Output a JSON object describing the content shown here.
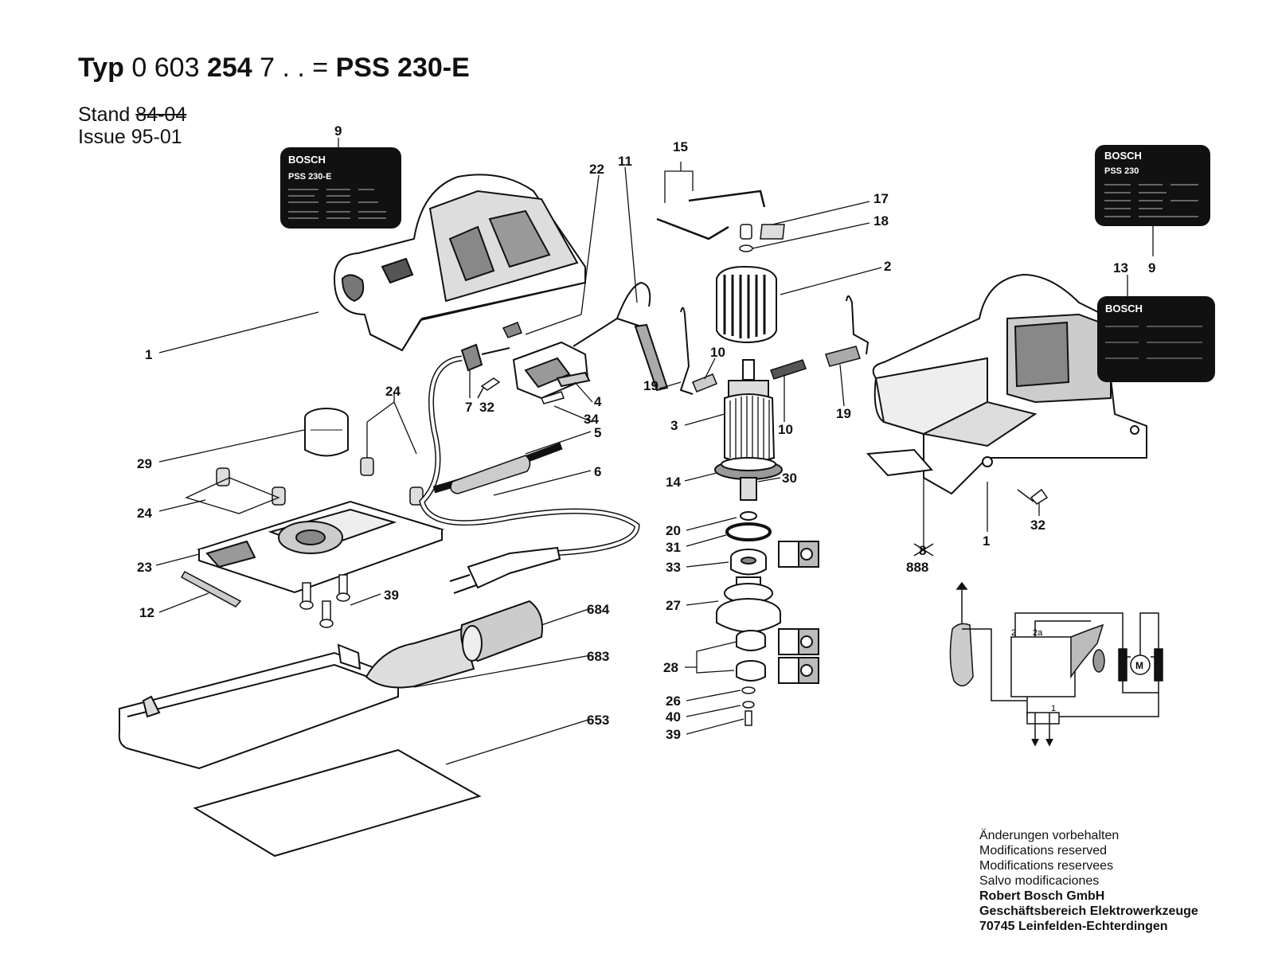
{
  "header": {
    "typ_label": "Typ",
    "typ_prefix": "0 603",
    "typ_number": "254",
    "typ_suffix": "7 . . =",
    "model": "PSS 230-E",
    "stand_label": "Stand",
    "stand_old": "84-04",
    "issue_label": "Issue",
    "issue_value": "95-01"
  },
  "plates": {
    "left_brand": "BOSCH",
    "left_model": "PSS 230-E",
    "right_brand": "BOSCH",
    "right_model": "PSS 230",
    "lower_brand": "BOSCH"
  },
  "schematic": {
    "term_2": "2",
    "term_2a": "2a",
    "term_1": "1",
    "motor": "M"
  },
  "callouts": [
    {
      "id": "c9a",
      "label": "9"
    },
    {
      "id": "c22",
      "label": "22"
    },
    {
      "id": "c11",
      "label": "11"
    },
    {
      "id": "c15",
      "label": "15"
    },
    {
      "id": "c17",
      "label": "17"
    },
    {
      "id": "c18",
      "label": "18"
    },
    {
      "id": "c2",
      "label": "2"
    },
    {
      "id": "c1a",
      "label": "1"
    },
    {
      "id": "c10a",
      "label": "10"
    },
    {
      "id": "c19a",
      "label": "19"
    },
    {
      "id": "c10b",
      "label": "10"
    },
    {
      "id": "c19b",
      "label": "19"
    },
    {
      "id": "c7",
      "label": "7"
    },
    {
      "id": "c32a",
      "label": "32"
    },
    {
      "id": "c4",
      "label": "4"
    },
    {
      "id": "c34",
      "label": "34"
    },
    {
      "id": "c5",
      "label": "5"
    },
    {
      "id": "c24a",
      "label": "24"
    },
    {
      "id": "c3",
      "label": "3"
    },
    {
      "id": "c29",
      "label": "29"
    },
    {
      "id": "c6",
      "label": "6"
    },
    {
      "id": "c14",
      "label": "14"
    },
    {
      "id": "c30",
      "label": "30"
    },
    {
      "id": "c24b",
      "label": "24"
    },
    {
      "id": "c20",
      "label": "20"
    },
    {
      "id": "c31",
      "label": "31"
    },
    {
      "id": "c33",
      "label": "33"
    },
    {
      "id": "c23",
      "label": "23"
    },
    {
      "id": "c39a",
      "label": "39"
    },
    {
      "id": "c12",
      "label": "12"
    },
    {
      "id": "c27",
      "label": "27"
    },
    {
      "id": "c684",
      "label": "684"
    },
    {
      "id": "c683",
      "label": "683"
    },
    {
      "id": "c28",
      "label": "28"
    },
    {
      "id": "c26",
      "label": "26"
    },
    {
      "id": "c40",
      "label": "40"
    },
    {
      "id": "c39b",
      "label": "39"
    },
    {
      "id": "c653",
      "label": "653"
    },
    {
      "id": "c13",
      "label": "13"
    },
    {
      "id": "c9b",
      "label": "9"
    },
    {
      "id": "c32b",
      "label": "32"
    },
    {
      "id": "c1b",
      "label": "1"
    },
    {
      "id": "c8",
      "label": "8"
    },
    {
      "id": "c888",
      "label": "888"
    }
  ],
  "footer": {
    "lines": [
      "Änderungen vorbehalten",
      "Modifications reserved",
      "Modifications reservees",
      "Salvo modificaciones"
    ],
    "company": [
      "Robert Bosch GmbH",
      "Geschäftsbereich Elektrowerkzeuge",
      "70745 Leinfelden-Echterdingen"
    ]
  }
}
